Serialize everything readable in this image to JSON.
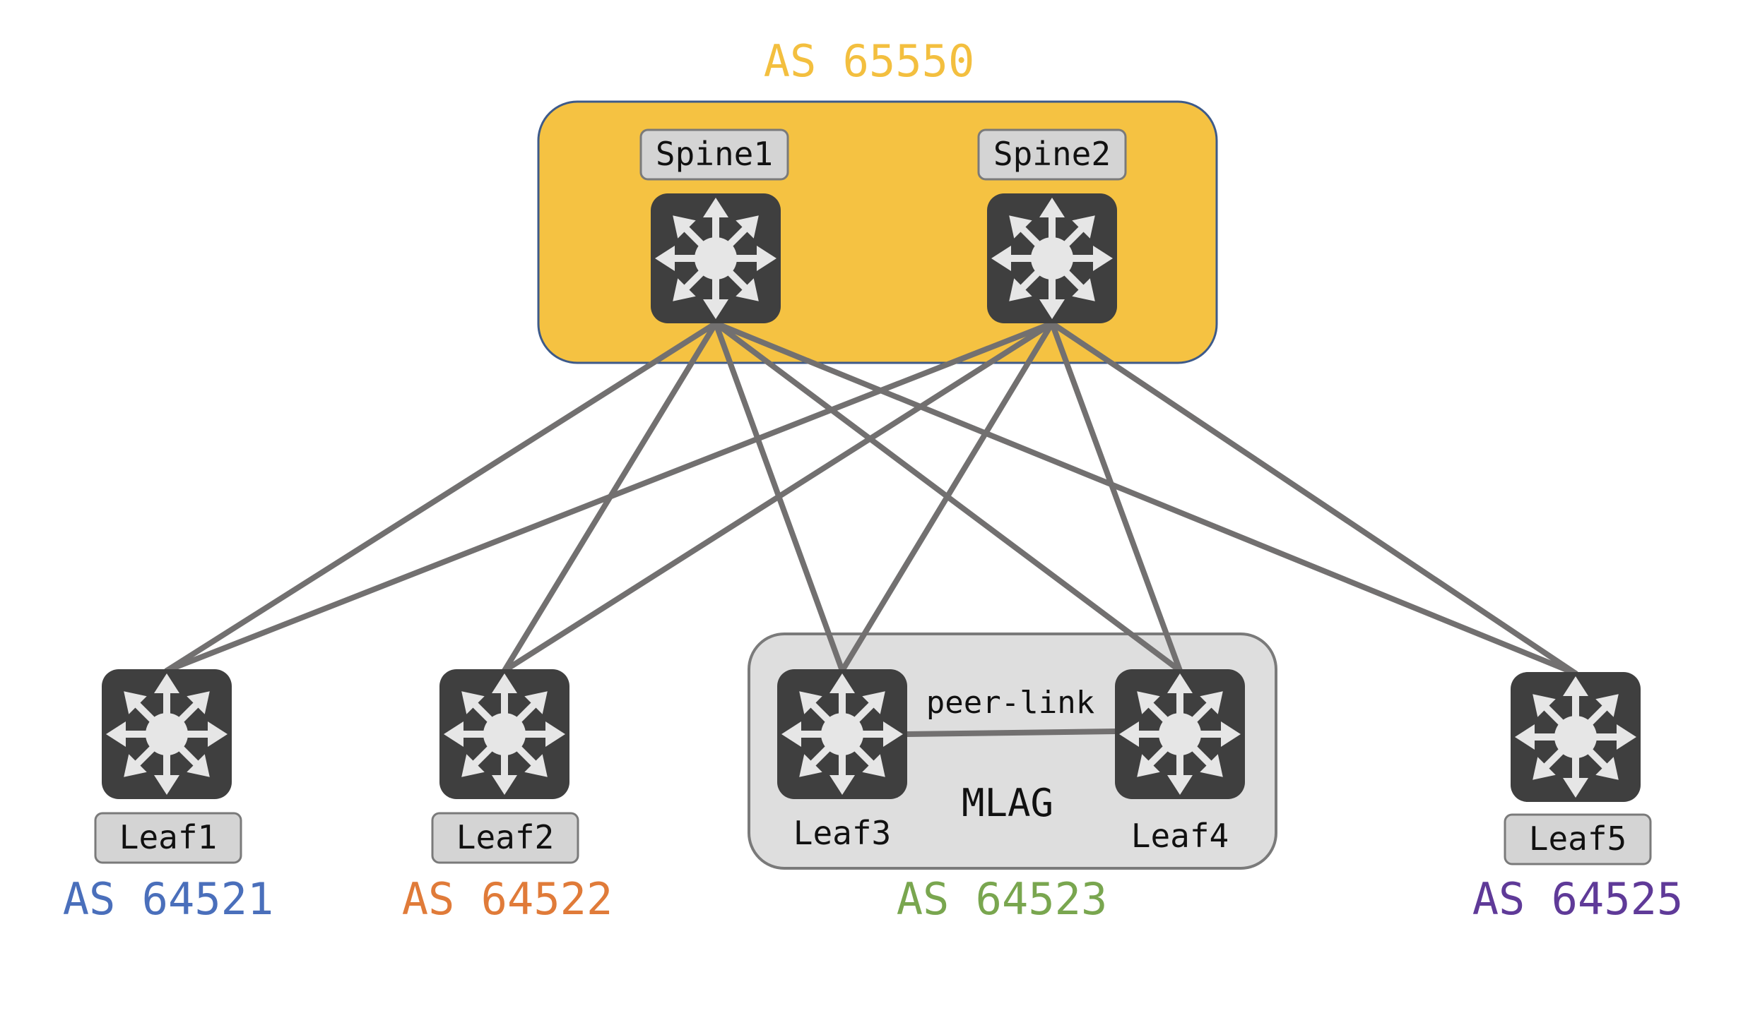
{
  "diagram": {
    "spine_group": {
      "as_label": "AS 65550",
      "color": "#f5c242",
      "border_color": "#3d5a8a",
      "label_color": "#f3bf3f"
    },
    "mlag_group": {
      "label": "MLAG",
      "as_label": "AS 64523",
      "color": "#dedede",
      "border_color": "#7a7a7a",
      "label_color": "#79a64f"
    },
    "peer_link_label": "peer-link",
    "nodes": {
      "spine1": {
        "label": "Spine1",
        "icon": "switch-icon"
      },
      "spine2": {
        "label": "Spine2",
        "icon": "switch-icon"
      },
      "leaf1": {
        "label": "Leaf1",
        "as_label": "AS 64521",
        "as_color": "#4a6fbb",
        "icon": "switch-icon"
      },
      "leaf2": {
        "label": "Leaf2",
        "as_label": "AS 64522",
        "as_color": "#e07b39",
        "icon": "switch-icon"
      },
      "leaf3": {
        "label": "Leaf3",
        "icon": "switch-icon"
      },
      "leaf4": {
        "label": "Leaf4",
        "icon": "switch-icon"
      },
      "leaf5": {
        "label": "Leaf5",
        "as_label": "AS 64525",
        "as_color": "#5f3a98",
        "icon": "switch-icon"
      }
    },
    "links": [
      {
        "from": "spine1",
        "to": "leaf1"
      },
      {
        "from": "spine1",
        "to": "leaf2"
      },
      {
        "from": "spine1",
        "to": "leaf3"
      },
      {
        "from": "spine1",
        "to": "leaf4"
      },
      {
        "from": "spine1",
        "to": "leaf5"
      },
      {
        "from": "spine2",
        "to": "leaf1"
      },
      {
        "from": "spine2",
        "to": "leaf2"
      },
      {
        "from": "spine2",
        "to": "leaf3"
      },
      {
        "from": "spine2",
        "to": "leaf4"
      },
      {
        "from": "spine2",
        "to": "leaf5"
      },
      {
        "from": "leaf3",
        "to": "leaf4",
        "type": "peer-link"
      }
    ],
    "colors": {
      "link": "#727070",
      "switch_body": "#3f3f3f",
      "switch_glyph": "#e6e6e6",
      "label_box": "#d4d4d4"
    }
  }
}
